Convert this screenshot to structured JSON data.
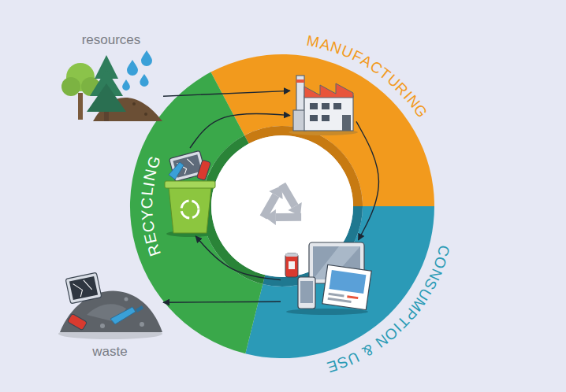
{
  "diagram": {
    "nodes": [
      {
        "text": [
          "resources"
        ]
      },
      {
        "text": [
          "MANUFACTURING"
        ]
      },
      {
        "text": [
          "CONSUMPTION & USE"
        ]
      },
      {
        "text": [
          "RECYCLING"
        ]
      },
      {
        "text": [
          "waste"
        ]
      }
    ],
    "edges": [
      {
        "from": 0,
        "to": 1,
        "arrow": "to"
      },
      {
        "from": 3,
        "to": 1,
        "arrow": "to"
      },
      {
        "from": 1,
        "to": 2,
        "arrow": "to"
      },
      {
        "from": 2,
        "to": 3,
        "arrow": "to"
      },
      {
        "from": 2,
        "to": 4,
        "arrow": "to"
      }
    ]
  }
}
